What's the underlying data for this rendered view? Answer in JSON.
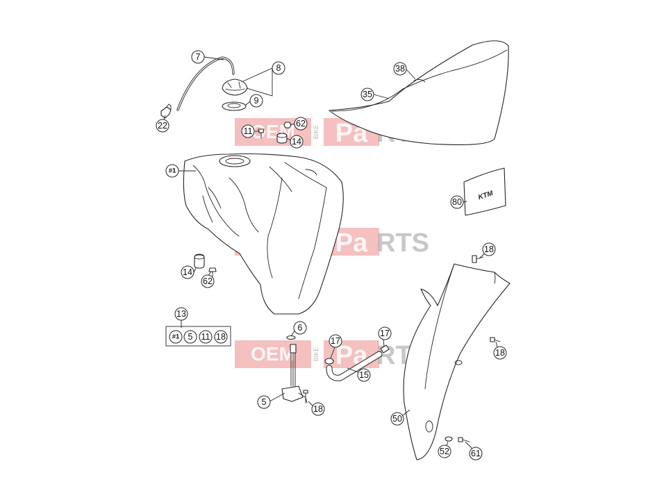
{
  "callouts": {
    "c7": "7",
    "c8": "8",
    "c9": "9",
    "c22": "22",
    "c11a": "11",
    "c62a": "62",
    "c14a": "14",
    "c38": "38",
    "c35": "35",
    "c1": "#1",
    "c80": "80",
    "c14b": "14",
    "c62b": "62",
    "c18a": "18",
    "c13": "13",
    "c6": "6",
    "c17a": "17",
    "c17b": "17",
    "c15": "15",
    "c18b": "18",
    "c5": "5",
    "c18c": "18",
    "c50": "50",
    "c52": "52",
    "c61": "61"
  },
  "kit_13": [
    "#1",
    "5",
    "11",
    "18"
  ],
  "decal_brand": "KTM",
  "watermark": {
    "oem": "OEM",
    "bike": "BIKE",
    "pa": "Pa",
    "rts": "RTS",
    "color": "#e14a4a"
  }
}
